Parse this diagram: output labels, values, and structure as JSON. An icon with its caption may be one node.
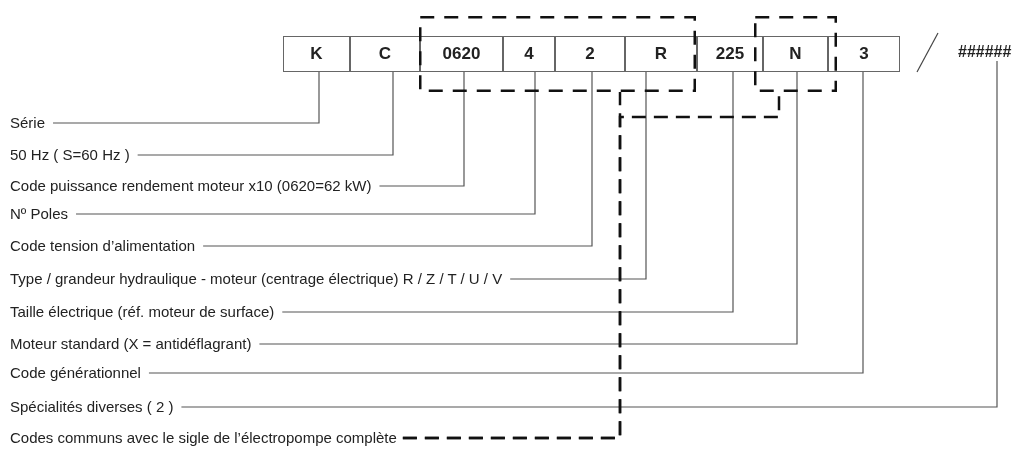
{
  "diagram": {
    "nodes": [
      {
        "text": [
          "K"
        ]
      },
      {
        "text": [
          "C"
        ]
      },
      {
        "text": [],
        "shape": "box"
      },
      {
        "text": [
          "0620"
        ],
        "in": 2
      },
      {
        "text": [
          "4"
        ],
        "in": 2
      },
      {
        "text": [
          "2"
        ],
        "in": 2
      },
      {
        "text": [
          "R"
        ],
        "in": 2
      },
      {
        "text": [
          "225"
        ]
      },
      {
        "text": [],
        "shape": "box"
      },
      {
        "text": [
          "N"
        ],
        "in": 8
      },
      {
        "text": [
          "3"
        ]
      },
      {
        "text": [
          "######"
        ]
      },
      {
        "text": [
          "Série"
        ]
      },
      {
        "text": [
          "50 Hz ( S=60 Hz )"
        ]
      },
      {
        "text": [
          "Code puissance rendement moteur x10 (0620=62 kW)"
        ]
      },
      {
        "text": [
          "Nº Poles"
        ]
      },
      {
        "text": [
          "Code tension d’alimentation"
        ]
      },
      {
        "text": [
          "Type / grandeur hydraulique - moteur (centrage électrique) R / Z / T / U / V"
        ]
      },
      {
        "text": [
          "Taille électrique (réf. moteur de surface)"
        ]
      },
      {
        "text": [
          "Moteur standard (X = antidéflagrant)"
        ]
      },
      {
        "text": [
          "Code générationnel"
        ]
      },
      {
        "text": [
          "Spécialités diverses ( 2 )"
        ]
      },
      {
        "text": [
          "Codes communs avec le sigle de l’électropompe complète"
        ]
      }
    ],
    "edges": [
      {
        "from": 12,
        "to": 0,
        "arrow": "none"
      },
      {
        "from": 13,
        "to": 1,
        "arrow": "none"
      },
      {
        "from": 14,
        "to": 3,
        "arrow": "none"
      },
      {
        "from": 15,
        "to": 4,
        "arrow": "none"
      },
      {
        "from": 16,
        "to": 5,
        "arrow": "none"
      },
      {
        "from": 17,
        "to": 6,
        "arrow": "none"
      },
      {
        "from": 18,
        "to": 7,
        "arrow": "none"
      },
      {
        "from": 19,
        "to": 9,
        "arrow": "none"
      },
      {
        "from": 20,
        "to": 10,
        "arrow": "none"
      },
      {
        "from": 21,
        "to": 11,
        "arrow": "none"
      },
      {
        "from": 22,
        "to": 2,
        "arrow": "none",
        "style": "dashed",
        "color": "#111111"
      },
      {
        "from": 22,
        "to": 8,
        "arrow": "none",
        "style": "dashed",
        "color": "#111111"
      }
    ]
  }
}
